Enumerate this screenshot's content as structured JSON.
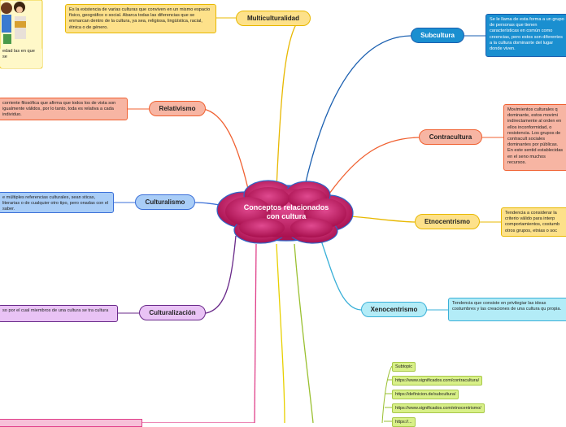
{
  "central": {
    "title": "Conceptos relacionados con cultura"
  },
  "topics": {
    "multiculturalidad": {
      "label": "Multiculturalidad",
      "note": "Es la existencia de varias culturas que conviven en un mismo espacio físico, geográfico o social. Abarca todas las diferencias que se enmarcan dentro de la cultura, ya sea, religiosa, lingüística, racial, étnica o de género."
    },
    "relativismo": {
      "label": "Relativismo",
      "note": "corriente filosófica que afirma que todos los de vista son igualmente válidos, por lo tanto, toda es relativa a cada individuo."
    },
    "culturalismo": {
      "label": "Culturalismo",
      "note": "e múltiples referencias culturales, sean sticas, literarias o de cualquier otro tipo, pero onadas con el saber."
    },
    "culturalizacion": {
      "label": "Culturalización",
      "note": "so por el cual miembros de una cultura se tra cultura"
    },
    "subcultura": {
      "label": "Subcultura",
      "note": "Se le llama de esta forma a un grupo de personas que tienen características en común como creencias, pero estos son diferentes a la cultura dominante del lugar donde viven."
    },
    "contracultura": {
      "label": "Contracultura",
      "note": "Movimientos culturales q dominante, estos movimi indirectamente al orden en ellos inconformidad, o resistencia. Los grupos de contracult sociales dominantes por públicas. En este sentid establecidas en el seno muchos recursos."
    },
    "etnocentrismo": {
      "label": "Etnocentrismo",
      "note": "Tendencia a considerar la criterio válido para interp comportamientos, costumb otros grupos, etnias o soc"
    },
    "xenocentrismo": {
      "label": "Xenocentrismo",
      "note": "Tendencia que consiste en privilegiar las ideas costumbres y las creaciones de una cultura qu propia."
    }
  },
  "image_note": "edad las en que se",
  "subtopics": [
    "Subtopic",
    "https://www.significados.com/contracultura/",
    "https://definicion.de/subcultura/",
    "https://www.significados.com/etnocentrismo/",
    "https://..."
  ],
  "colors": {
    "center": "#c2185b",
    "multiculturalidad": "#fde18a",
    "relativismo": "#f7b5a3",
    "culturalismo": "#a9cdf7",
    "culturalizacion": "#e9c3f5",
    "subcultura": "#1a8fd0",
    "contracultura": "#f7b5a3",
    "etnocentrismo": "#fde18a",
    "xenocentrismo": "#b3ecf7",
    "link": "#d8f088"
  }
}
